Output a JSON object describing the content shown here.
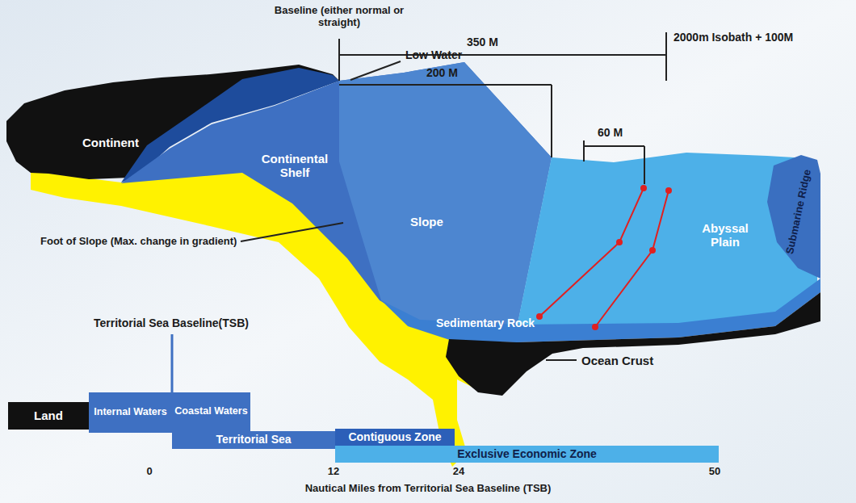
{
  "diagram": {
    "nodes": [
      {
        "text": [
          "Land"
        ]
      },
      {
        "text": [
          "Internal Waters"
        ]
      },
      {
        "text": [
          "Coastal Waters"
        ]
      },
      {
        "text": [
          "Territorial Sea"
        ]
      },
      {
        "text": [
          "Contiguous Zone"
        ]
      },
      {
        "text": [
          "Exclusive Economic Zone"
        ]
      }
    ],
    "labels": [
      "Baseline (either normal or straight)",
      "350 M",
      "2000m Isobath + 100M",
      "200 M",
      "Low Water",
      "60 M",
      "Continent",
      "Continental Shelf",
      "Slope",
      "Abyssal Plain",
      "Submarine Ridge",
      "Foot of Slope (Max. change in gradient)",
      "Sedimentary Rock",
      "Ocean Crust",
      "Territorial Sea Baseline(TSB)",
      "0",
      "12",
      "24",
      "50",
      "Nautical Miles from Territorial Sea Baseline (TSB)"
    ]
  }
}
